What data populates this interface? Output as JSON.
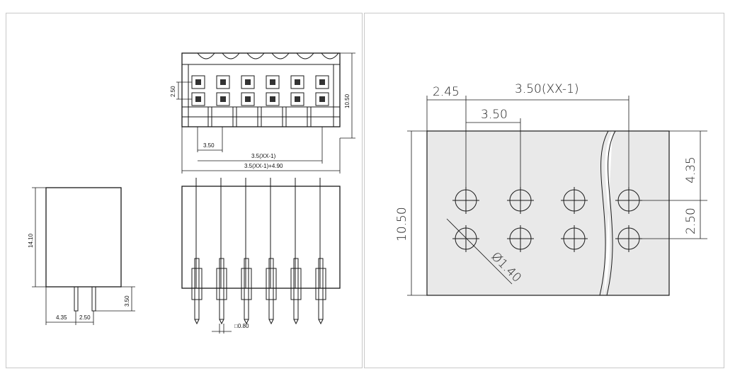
{
  "top_view": {
    "dim_pitch": "3.50",
    "dim_span": "3.5(XX-1)",
    "dim_total": "3.5(XX-1)+4.90",
    "dim_row": "2.50",
    "dim_height": "10.50"
  },
  "side_view": {
    "dim_height": "14.10",
    "dim_pin_len": "3.50",
    "dim_offset": "4.35",
    "dim_pin_spacing": "2.50"
  },
  "front_view": {
    "dim_pin": "□0.80"
  },
  "pcb_layout": {
    "dim_edge": "2.45",
    "dim_span": "3.50(XX-1)",
    "dim_pitch": "3.50",
    "dim_height": "10.50",
    "dim_top": "4.35",
    "dim_row": "2.50",
    "dim_hole": "Ø1.40"
  }
}
